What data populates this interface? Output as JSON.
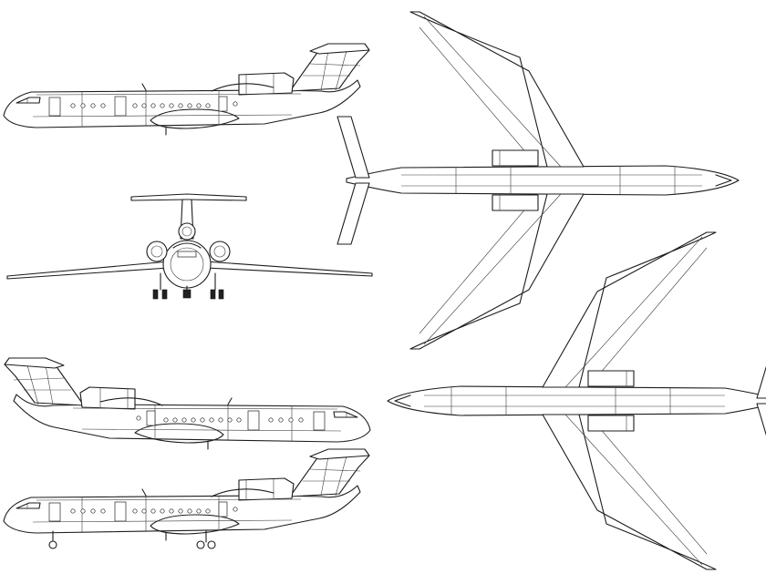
{
  "drawing": {
    "background": "#ffffff",
    "line_color": "#1c1c1c",
    "views": [
      {
        "id": "side-right"
      },
      {
        "id": "front"
      },
      {
        "id": "side-left"
      },
      {
        "id": "side-right-gear-down"
      },
      {
        "id": "top"
      },
      {
        "id": "bottom"
      }
    ]
  }
}
